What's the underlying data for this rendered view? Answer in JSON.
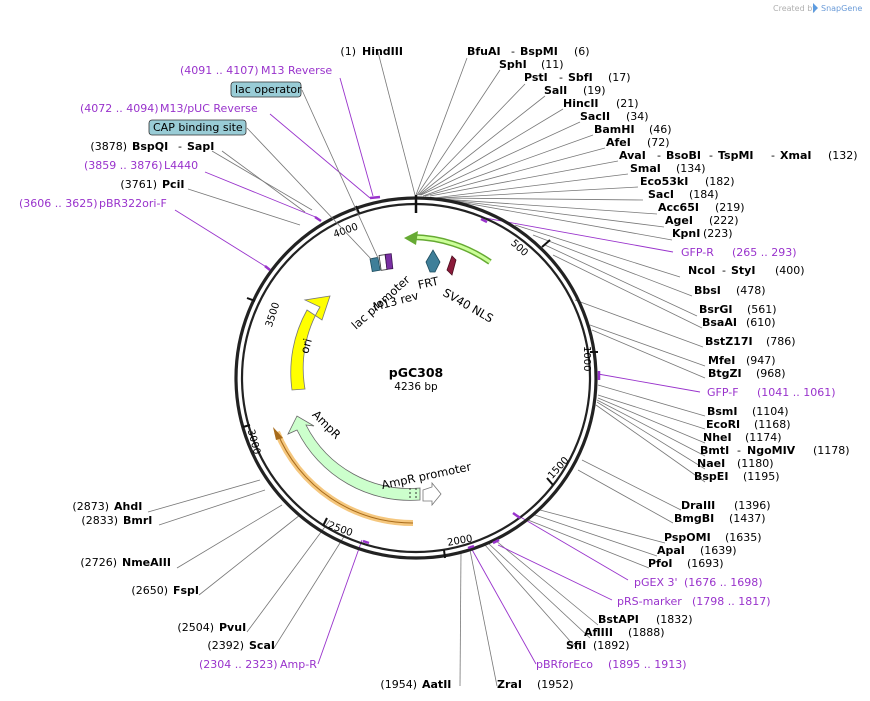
{
  "credit": "Created by",
  "brand": "SnapGene",
  "plasmid": {
    "name": "pGC308",
    "length": "4236 bp"
  },
  "ticks": [
    "500",
    "1000",
    "1500",
    "2000",
    "2500",
    "3000",
    "3500",
    "4000"
  ],
  "features": [
    {
      "name": "lac promoter"
    },
    {
      "name": "M13 rev"
    },
    {
      "name": "FRT"
    },
    {
      "name": "SV40 NLS"
    },
    {
      "name": "ori"
    },
    {
      "name": "AmpR"
    },
    {
      "name": "AmpR promoter"
    }
  ],
  "boxed_features": [
    {
      "name": "lac operator"
    },
    {
      "name": "CAP binding site"
    }
  ],
  "sites_left": [
    {
      "pos": "(1)",
      "name": "HindIII"
    },
    {
      "pos": "(3878)",
      "name": "BspQI",
      "name2": "SapI"
    },
    {
      "pos": "(3761)",
      "name": "PciI"
    },
    {
      "pos": "(2873)",
      "name": "AhdI"
    },
    {
      "pos": "(2833)",
      "name": "BmrI"
    },
    {
      "pos": "(2726)",
      "name": "NmeAIII"
    },
    {
      "pos": "(2650)",
      "name": "FspI"
    },
    {
      "pos": "(2504)",
      "name": "PvuI"
    },
    {
      "pos": "(2392)",
      "name": "ScaI"
    },
    {
      "pos": "(1954)",
      "name": "AatII"
    }
  ],
  "sites_right": [
    {
      "name": "BfuAI",
      "name2": "BspMI",
      "pos": "(6)"
    },
    {
      "name": "SphI",
      "pos": "(11)"
    },
    {
      "name": "PstI",
      "name2": "SbfI",
      "pos": "(17)"
    },
    {
      "name": "SalI",
      "pos": "(19)"
    },
    {
      "name": "HincII",
      "pos": "(21)"
    },
    {
      "name": "SacII",
      "pos": "(34)"
    },
    {
      "name": "BamHI",
      "pos": "(46)"
    },
    {
      "name": "AfeI",
      "pos": "(72)"
    },
    {
      "name": "AvaI",
      "name2": "BsoBI",
      "name3": "TspMI",
      "name4": "XmaI",
      "pos": "(132)"
    },
    {
      "name": "SmaI",
      "pos": "(134)"
    },
    {
      "name": "Eco53kI",
      "pos": "(182)"
    },
    {
      "name": "SacI",
      "pos": "(184)"
    },
    {
      "name": "Acc65I",
      "pos": "(219)"
    },
    {
      "name": "AgeI",
      "pos": "(222)"
    },
    {
      "name": "KpnI",
      "pos": "(223)"
    },
    {
      "name": "NcoI",
      "name2": "StyI",
      "pos": "(400)"
    },
    {
      "name": "BbsI",
      "pos": "(478)"
    },
    {
      "name": "BsrGI",
      "pos": "(561)"
    },
    {
      "name": "BsaAI",
      "pos": "(610)"
    },
    {
      "name": "BstZ17I",
      "pos": "(786)"
    },
    {
      "name": "MfeI",
      "pos": "(947)"
    },
    {
      "name": "BtgZI",
      "pos": "(968)"
    },
    {
      "name": "BsmI",
      "pos": "(1104)"
    },
    {
      "name": "EcoRI",
      "pos": "(1168)"
    },
    {
      "name": "NheI",
      "pos": "(1174)"
    },
    {
      "name": "BmtI",
      "name2": "NgoMIV",
      "pos": "(1178)"
    },
    {
      "name": "NaeI",
      "pos": "(1180)"
    },
    {
      "name": "BspEI",
      "pos": "(1195)"
    },
    {
      "name": "DraIII",
      "pos": "(1396)"
    },
    {
      "name": "BmgBI",
      "pos": "(1437)"
    },
    {
      "name": "PspOMI",
      "pos": "(1635)"
    },
    {
      "name": "ApaI",
      "pos": "(1639)"
    },
    {
      "name": "PfoI",
      "pos": "(1693)"
    },
    {
      "name": "BstAPI",
      "pos": "(1832)"
    },
    {
      "name": "AflIII",
      "pos": "(1888)"
    },
    {
      "name": "SfiI",
      "pos": "(1892)"
    },
    {
      "name": "ZraI",
      "pos": "(1952)"
    }
  ],
  "primers": [
    {
      "range": "(4091 .. 4107)",
      "name": "M13 Reverse"
    },
    {
      "range": "(4072 .. 4094)",
      "name": "M13/pUC Reverse"
    },
    {
      "range": "(3859 .. 3876)",
      "name": "L4440"
    },
    {
      "range": "(3606 .. 3625)",
      "name": "pBR322ori-F"
    },
    {
      "range": "(265 .. 293)",
      "name": "GFP-R"
    },
    {
      "range": "(1041 .. 1061)",
      "name": "GFP-F"
    },
    {
      "range": "(1676 .. 1698)",
      "name": "pGEX 3'"
    },
    {
      "range": "(1798 .. 1817)",
      "name": "pRS-marker"
    },
    {
      "range": "(1895 .. 1913)",
      "name": "pBRforEco"
    },
    {
      "range": "(2304 .. 2323)",
      "name": "Amp-R"
    }
  ],
  "colors": {
    "backbone": "#222222",
    "primer": "#9933cc",
    "ori": "#ffff00",
    "ampr": "#ccffcc",
    "ampr_highlight": "#f5c77e",
    "frt": "#3f7f99",
    "sv40": "#8b1a3a",
    "boxed": "#99ccd6"
  }
}
